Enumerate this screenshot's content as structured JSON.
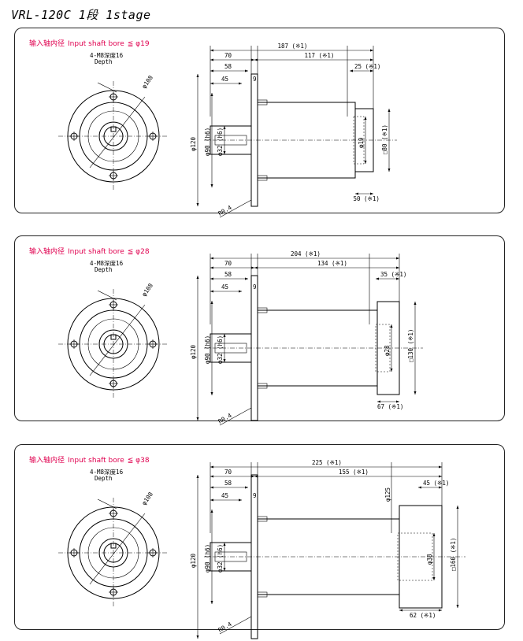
{
  "title": "VRL-120C  1段  1stage",
  "panels": [
    {
      "bore_label_jp": "输入轴内径",
      "bore_label_en": "Input shaft bore",
      "bore_value": "≦ φ19",
      "tap_label": "4-M8深度16",
      "tap_depth": "Depth",
      "pcd_label": "φ108",
      "dims": {
        "total": "187 (※1)",
        "a70": "70",
        "b117": "117 (※1)",
        "c58": "58",
        "d9": "9",
        "e45": "45",
        "f25": "25 (※1)",
        "g50": "50 (※1)",
        "h120": "φ120",
        "i90": "φ90 (h6)",
        "j32": "φ32 (h6)",
        "k_shaft": "φ19",
        "l_sq": "□80 (※1)",
        "m_r": "R0.4"
      }
    },
    {
      "bore_label_jp": "输入轴内径",
      "bore_label_en": "Input shaft bore",
      "bore_value": "≦ φ28",
      "tap_label": "4-M8深度16",
      "tap_depth": "Depth",
      "pcd_label": "φ108",
      "dims": {
        "total": "204 (※1)",
        "a70": "70",
        "b117": "134 (※1)",
        "c58": "58",
        "d9": "9",
        "e45": "45",
        "f25": "35 (※1)",
        "g50": "67 (※1)",
        "h120": "φ120",
        "i90": "φ90 (h6)",
        "j32": "φ32 (h6)",
        "k_shaft": "φ28",
        "l_sq": "□130 (※1)",
        "m_r": "R0.4"
      }
    },
    {
      "bore_label_jp": "输入轴内径",
      "bore_label_en": "Input shaft bore",
      "bore_value": "≦ φ38",
      "tap_label": "4-M8深度16",
      "tap_depth": "Depth",
      "pcd_label": "φ108",
      "dims": {
        "total": "225 (※1)",
        "a70": "70",
        "b117": "155 (※1)",
        "c58": "58",
        "d9": "9",
        "e45": "45",
        "f25": "45 (※1)",
        "g50": "62 (※1)",
        "h120": "φ120",
        "i90": "φ90 (h6)",
        "j32": "φ32 (h6)",
        "k_shaft": "φ38",
        "l_sq": "□160 (※1)",
        "m_r": "R0.4",
        "n125": "φ125"
      }
    }
  ]
}
